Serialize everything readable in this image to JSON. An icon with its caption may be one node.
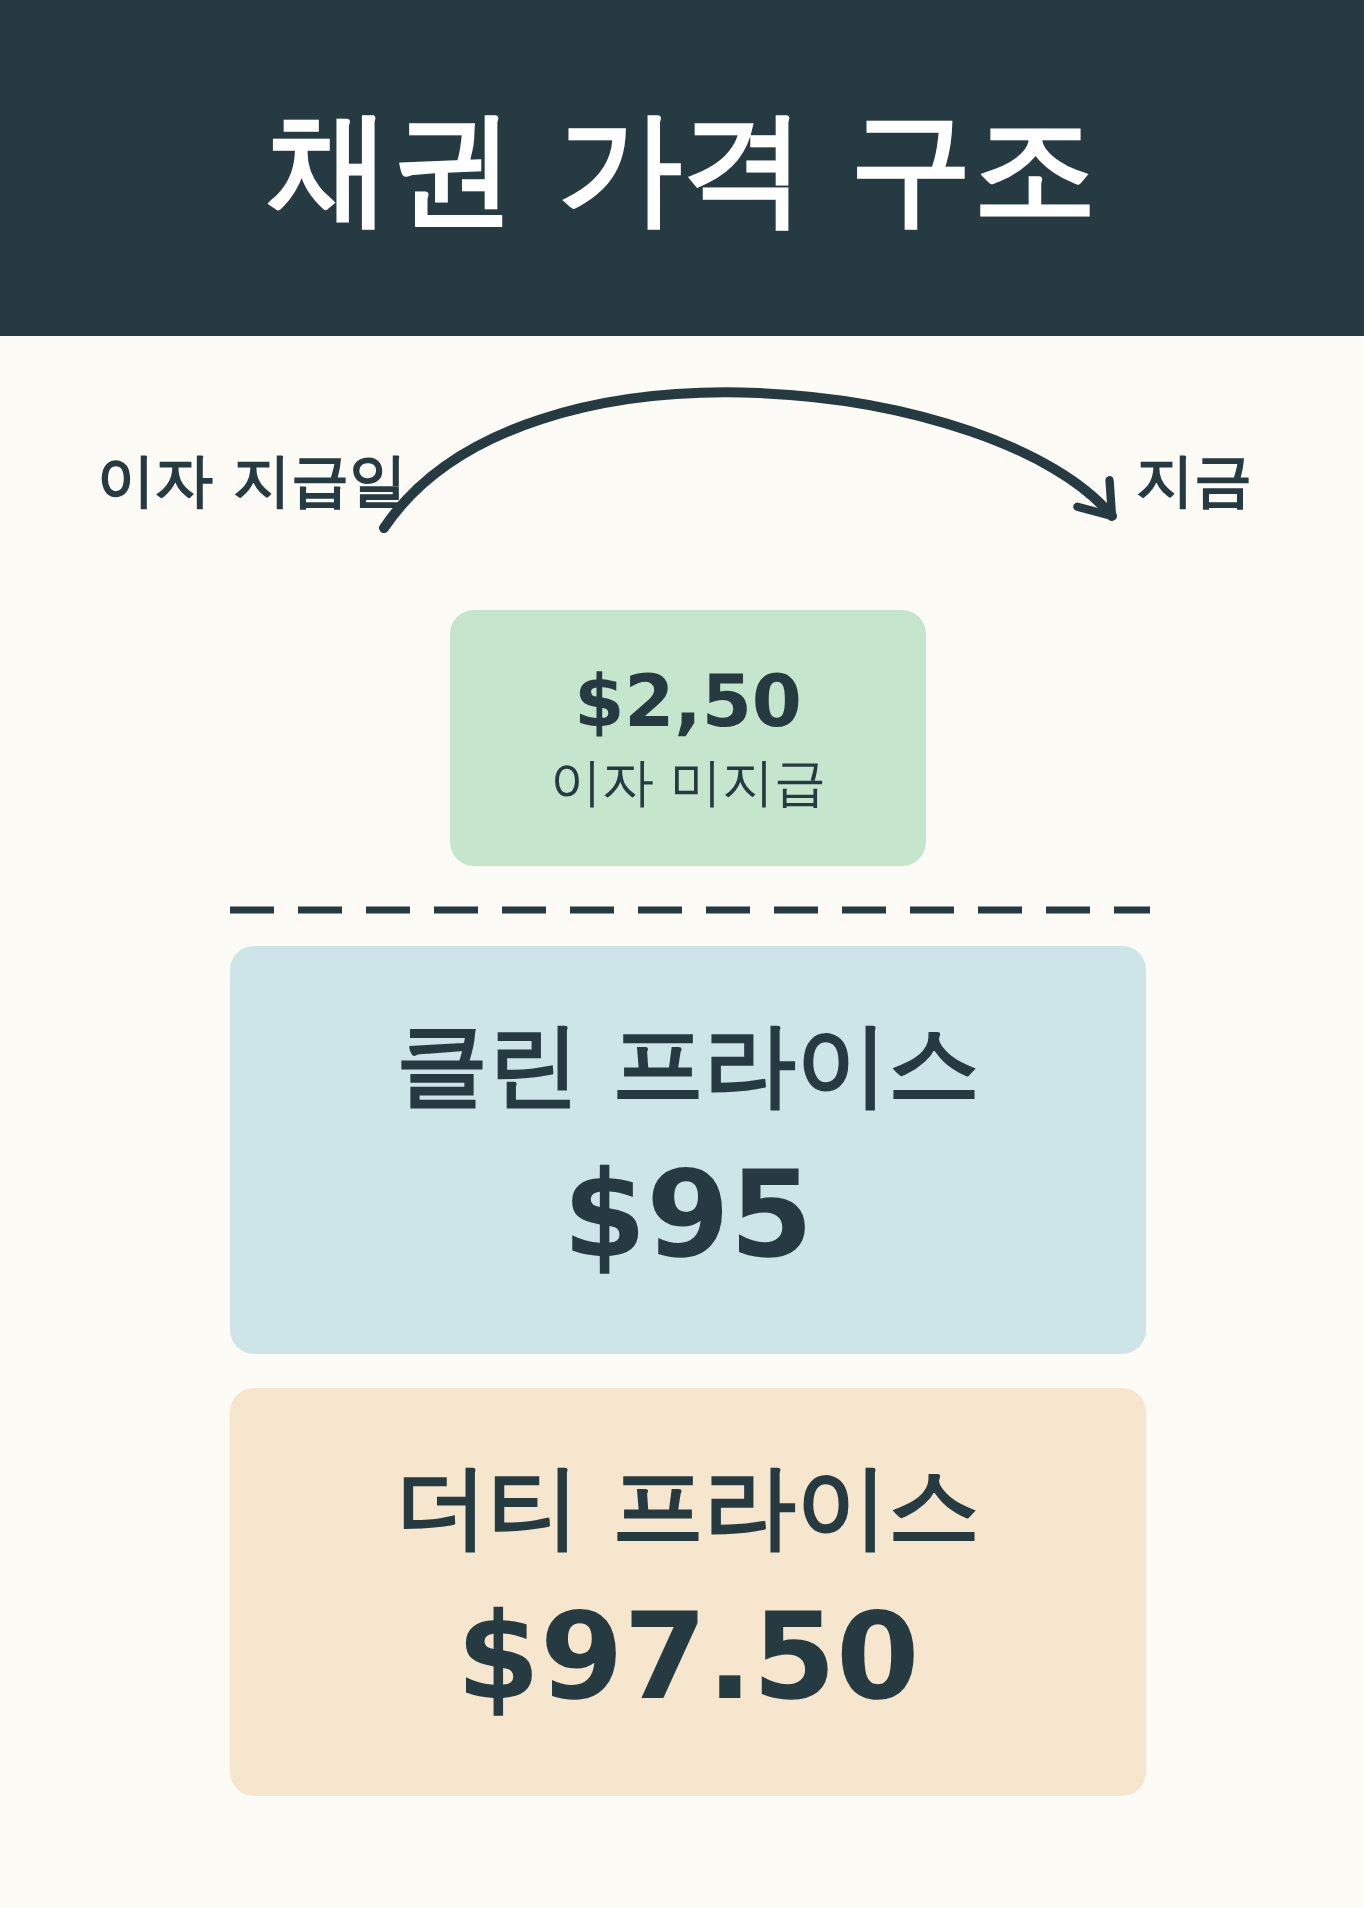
{
  "diagram": {
    "title": "채권 가격 구조",
    "nodes": [
      {
        "text": [
          "이자 지급일"
        ]
      },
      {
        "text": [
          "지금"
        ]
      },
      {
        "text": [
          "$2,50",
          "이자 미지급"
        ]
      },
      {
        "text": [
          "클린 프라이스",
          "$95"
        ]
      },
      {
        "text": [
          "더티 프라이스",
          "$97.50"
        ]
      }
    ],
    "edges": [
      {
        "from": 0,
        "to": 1,
        "arrow": "to"
      }
    ]
  }
}
